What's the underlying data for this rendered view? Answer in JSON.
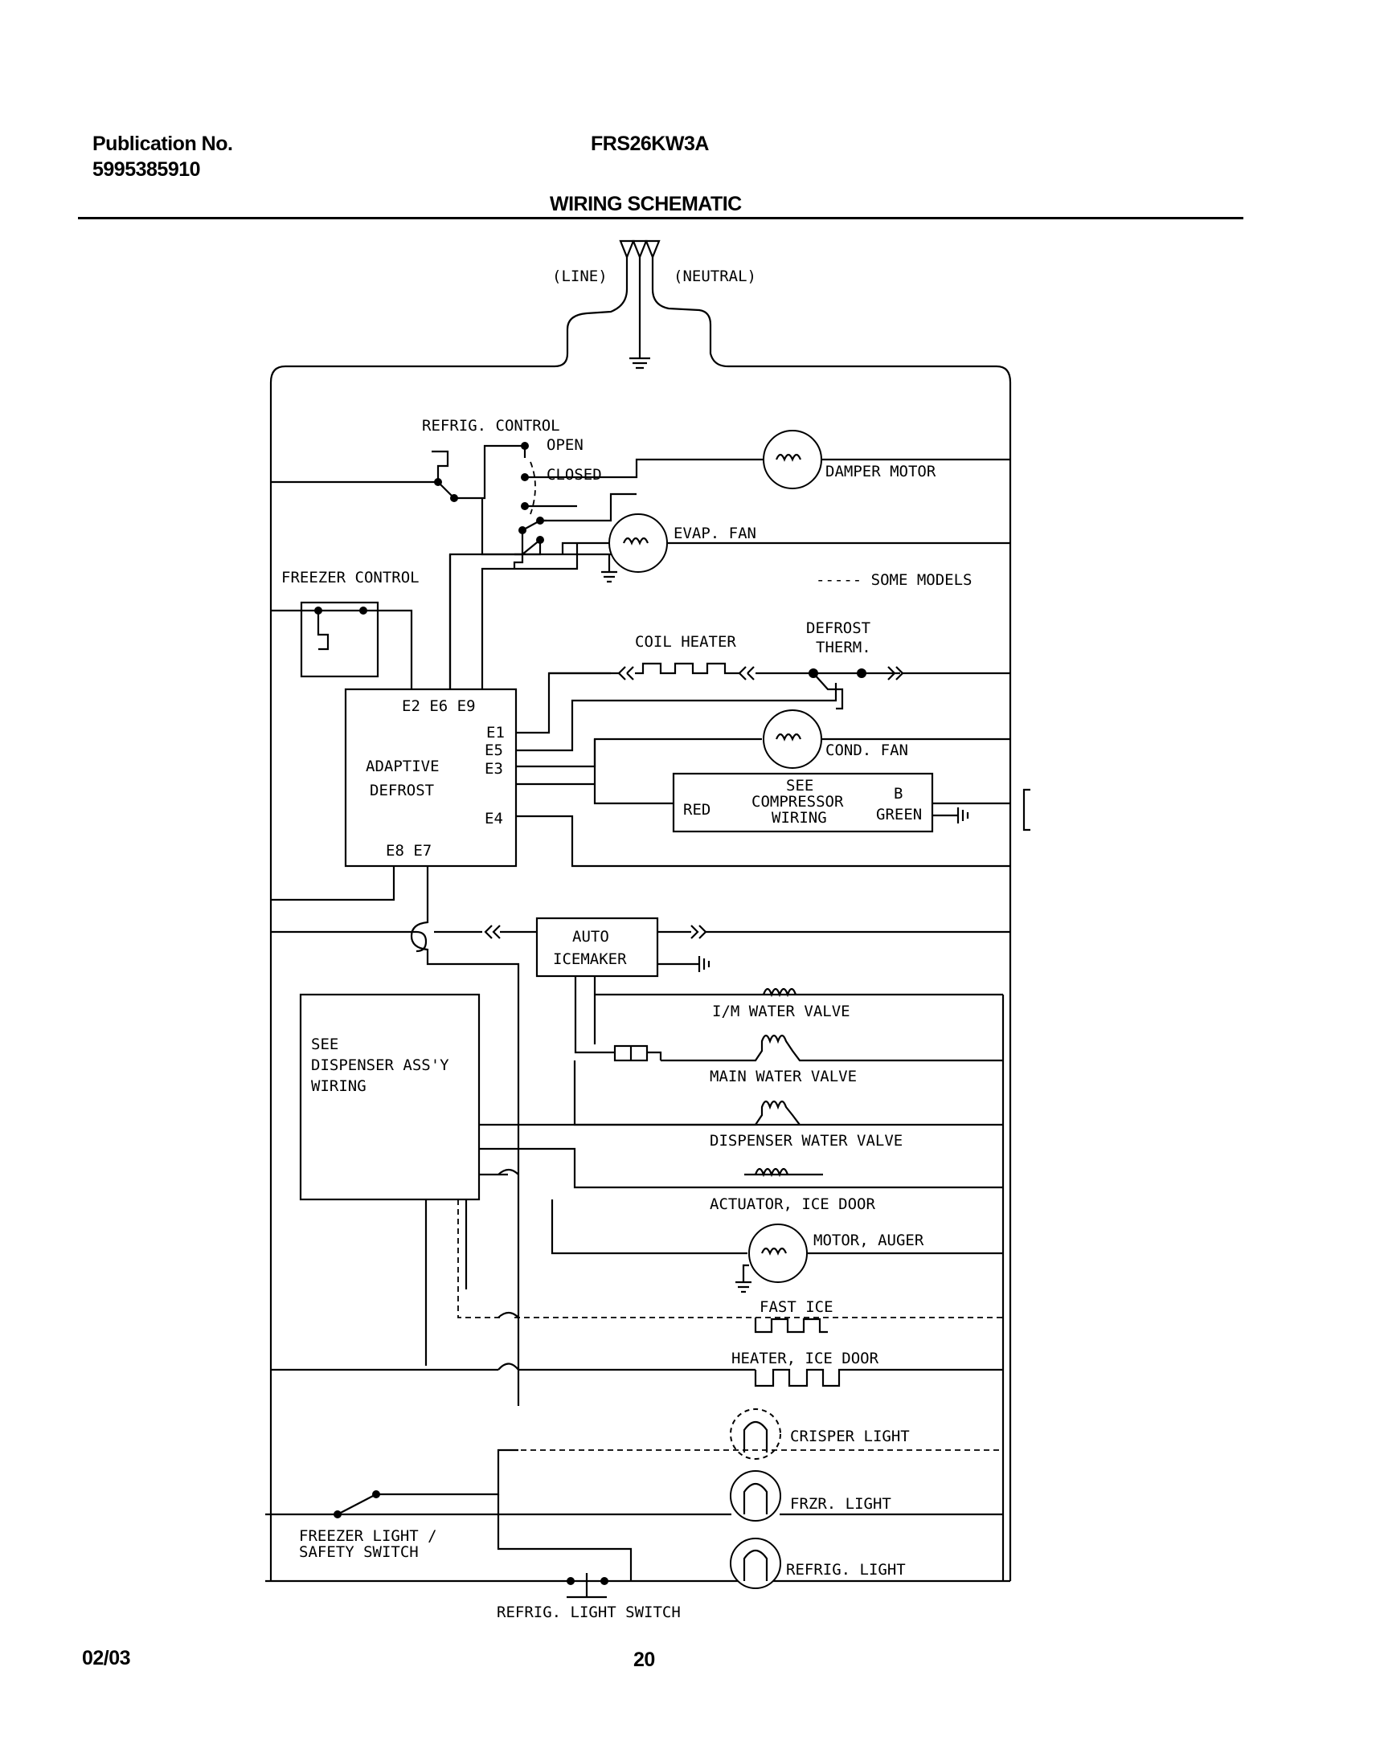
{
  "header": {
    "publication_label": "Publication No.",
    "publication_number": "5995385910",
    "model": "FRS26KW3A",
    "title": "WIRING SCHEMATIC"
  },
  "footer": {
    "date": "02/03",
    "page_number": "20"
  },
  "diagram": {
    "supply": {
      "line": "(LINE)",
      "neutral": "(NEUTRAL)"
    },
    "refrig_control": {
      "label": "REFRIG. CONTROL",
      "open": "OPEN",
      "closed": "CLOSED"
    },
    "freezer_control": "FREEZER CONTROL",
    "adaptive_defrost": {
      "label_line1": "ADAPTIVE",
      "label_line2": "DEFROST",
      "top_pins": "E2 E6 E9",
      "e1": "E1",
      "e5": "E5",
      "e3": "E3",
      "e4": "E4",
      "bottom_pins": "E8 E7"
    },
    "damper_motor": "DAMPER MOTOR",
    "evap_fan": "EVAP. FAN",
    "legend_some_models": "----- SOME MODELS",
    "coil_heater": "COIL HEATER",
    "defrost_therm_line1": "DEFROST",
    "defrost_therm_line2": "THERM.",
    "cond_fan": "COND. FAN",
    "compressor_box": {
      "line1": "SEE",
      "line2": "COMPRESSOR",
      "line3": "WIRING",
      "red": "RED",
      "b": "B",
      "green": "GREEN"
    },
    "auto_icemaker_line1": "AUTO",
    "auto_icemaker_line2": "ICEMAKER",
    "dispenser_box": {
      "line1": "SEE",
      "line2": "DISPENSER ASS'Y",
      "line3": "WIRING"
    },
    "im_water_valve": "I/M WATER VALVE",
    "main_water_valve": "MAIN WATER VALVE",
    "dispenser_water_valve": "DISPENSER WATER VALVE",
    "actuator_ice_door": "ACTUATOR, ICE DOOR",
    "motor_auger": "MOTOR, AUGER",
    "fast_ice": "FAST ICE",
    "heater_ice_door": "HEATER, ICE DOOR",
    "crisper_light": "CRISPER LIGHT",
    "frzr_light": "FRZR. LIGHT",
    "refrig_light": "REFRIG. LIGHT",
    "freezer_light_switch_line1": "FREEZER LIGHT /",
    "freezer_light_switch_line2": "SAFETY SWITCH",
    "refrig_light_switch": "REFRIG. LIGHT SWITCH"
  }
}
